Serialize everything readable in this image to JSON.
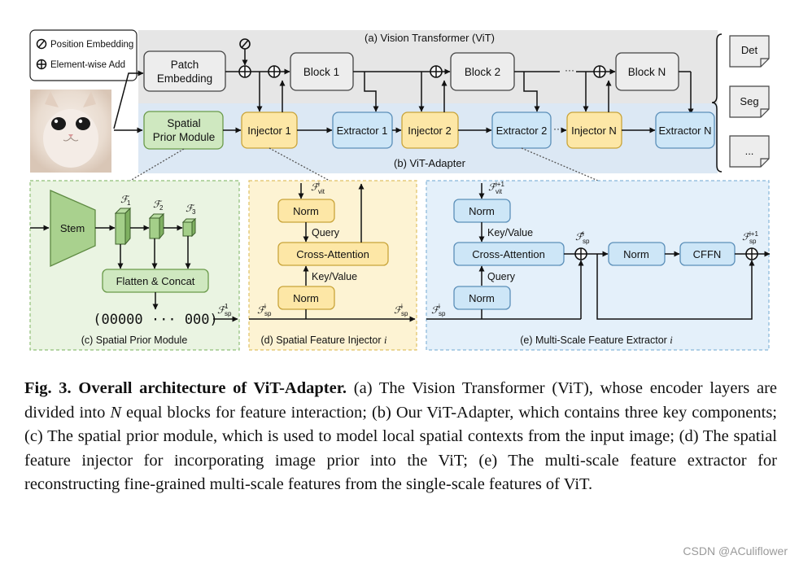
{
  "legend": {
    "position_embedding": "Position Embedding",
    "element_wise_add": "Element-wise Add"
  },
  "vit": {
    "title": "(a) Vision Transformer (ViT)",
    "patch_embedding": [
      "Patch",
      "Embedding"
    ],
    "blocks": [
      "Block 1",
      "Block 2",
      "Block N"
    ]
  },
  "adapter": {
    "title": "(b) ViT-Adapter",
    "spatial_prior": [
      "Spatial",
      "Prior Module"
    ],
    "injectors": [
      "Injector 1",
      "Injector 2",
      "Injector N"
    ],
    "extractors": [
      "Extractor 1",
      "Extractor 2",
      "Extractor N"
    ]
  },
  "tasks": [
    "Det",
    "Seg",
    "..."
  ],
  "spm": {
    "title": "(c) Spatial Prior Module",
    "stem": "Stem",
    "features": [
      "ℱ",
      "ℱ",
      "ℱ"
    ],
    "feature_subs": [
      "1",
      "2",
      "3"
    ],
    "flatten": "Flatten & Concat",
    "tokens": "(00000 ··· 000)",
    "out_label": "ℱ",
    "out_sub": "sp",
    "out_sup": "1"
  },
  "injector": {
    "title": "(d) Spatial Feature Injector ",
    "title_i": "i",
    "norm_top": "Norm",
    "query": "Query",
    "cross_attention": "Cross-Attention",
    "key_value": "Key/Value",
    "norm_bottom": "Norm",
    "f_vit": "ℱ",
    "f_vit_sub": "vit",
    "f_vit_sup": "i",
    "f_sp": "ℱ",
    "f_sp_sub": "sp",
    "f_sp_sup": "i"
  },
  "extractor": {
    "title": "(e) Multi-Scale Feature Extractor ",
    "title_i": "i",
    "norm_top": "Norm",
    "key_value": "Key/Value",
    "cross_attention": "Cross-Attention",
    "query": "Query",
    "norm_bottom": "Norm",
    "norm_right": "Norm",
    "cffn": "CFFN",
    "f_vit": "ℱ",
    "f_vit_sub": "vit",
    "f_vit_sup": "i+1",
    "f_sp": "ℱ",
    "f_sp_sub": "sp",
    "f_sp_sup": "i",
    "f_hat": "ℱ̂",
    "f_hat_sub": "sp",
    "f_hat_sup": "i",
    "f_out": "ℱ",
    "f_out_sub": "sp",
    "f_out_sup": "i+1"
  },
  "caption": {
    "label": "Fig. 3.",
    "title": "Overall architecture of ViT-Adapter.",
    "body_1": " (a) The Vision Transformer (ViT), whose encoder layers are divided into ",
    "n": "N",
    "body_2": " equal blocks for feature interaction; (b) Our ViT-Adapter, which contains three key components; (c) The spatial prior module, which is used to model local spatial contexts from the input image; (d) The spatial feature injector for incorporating image prior into the ViT; (e) The multi-scale feature extractor for reconstructing fine-grained multi-scale features from the single-scale features of ViT."
  },
  "watermark": "CSDN @ACuliflower",
  "colors": {
    "vit_bg": "#e6e6e6",
    "adapter_bg": "#dce8f4",
    "green_fill": "#cfe8c0",
    "green_stroke": "#6a9a4a",
    "yellow_fill": "#fde7a6",
    "yellow_stroke": "#c9a43a",
    "blue_fill": "#cde6f7",
    "blue_stroke": "#5b8fb9",
    "gray_fill": "#ededed"
  }
}
